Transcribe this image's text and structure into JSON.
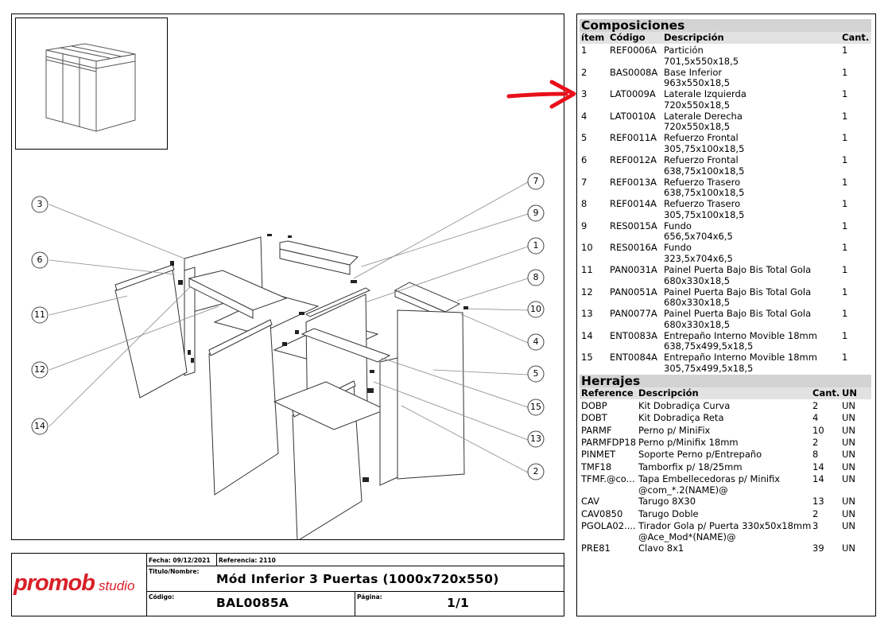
{
  "composiciones": {
    "title": "Composiciones",
    "headers": {
      "item": "ítem",
      "codigo": "Código",
      "descripcion": "Descripción",
      "cant": "Cant."
    },
    "rows": [
      {
        "item": "1",
        "codigo": "REF0006A",
        "desc1": "Partición",
        "desc2": "701,5x550x18,5",
        "cant": "1"
      },
      {
        "item": "2",
        "codigo": "BAS0008A",
        "desc1": "Base Inferior",
        "desc2": "963x550x18,5",
        "cant": "1"
      },
      {
        "item": "3",
        "codigo": "LAT0009A",
        "desc1": "Laterale Izquierda",
        "desc2": "720x550x18,5",
        "cant": "1"
      },
      {
        "item": "4",
        "codigo": "LAT0010A",
        "desc1": "Laterale Derecha",
        "desc2": "720x550x18,5",
        "cant": "1"
      },
      {
        "item": "5",
        "codigo": "REF0011A",
        "desc1": "Refuerzo Frontal",
        "desc2": "305,75x100x18,5",
        "cant": "1"
      },
      {
        "item": "6",
        "codigo": "REF0012A",
        "desc1": "Refuerzo Frontal",
        "desc2": "638,75x100x18,5",
        "cant": "1"
      },
      {
        "item": "7",
        "codigo": "REF0013A",
        "desc1": "Refuerzo Trasero",
        "desc2": "638,75x100x18,5",
        "cant": "1"
      },
      {
        "item": "8",
        "codigo": "REF0014A",
        "desc1": "Refuerzo Trasero",
        "desc2": "305,75x100x18,5",
        "cant": "1"
      },
      {
        "item": "9",
        "codigo": "RES0015A",
        "desc1": "Fundo",
        "desc2": "656,5x704x6,5",
        "cant": "1"
      },
      {
        "item": "10",
        "codigo": "RES0016A",
        "desc1": "Fundo",
        "desc2": "323,5x704x6,5",
        "cant": "1"
      },
      {
        "item": "11",
        "codigo": "PAN0031A",
        "desc1": "Painel Puerta Bajo Bis Total Gola",
        "desc2": "680x330x18,5",
        "cant": "1"
      },
      {
        "item": "12",
        "codigo": "PAN0051A",
        "desc1": "Painel Puerta Bajo Bis Total Gola",
        "desc2": "680x330x18,5",
        "cant": "1"
      },
      {
        "item": "13",
        "codigo": "PAN0077A",
        "desc1": "Painel Puerta Bajo Bis Total Gola",
        "desc2": "680x330x18,5",
        "cant": "1"
      },
      {
        "item": "14",
        "codigo": "ENT0083A",
        "desc1": "Entrepaño Interno Movible 18mm",
        "desc2": "638,75x499,5x18,5",
        "cant": "1"
      },
      {
        "item": "15",
        "codigo": "ENT0084A",
        "desc1": "Entrepaño Interno Movible 18mm",
        "desc2": "305,75x499,5x18,5",
        "cant": "1"
      }
    ]
  },
  "herrajes": {
    "title": "Herrajes",
    "headers": {
      "reference": "Reference",
      "descripcion": "Descripción",
      "cant": "Cant.",
      "un": "UN"
    },
    "rows": [
      {
        "ref": "DOBP",
        "desc1": "Kit Dobradiça Curva",
        "desc2": "",
        "cant": "2",
        "un": "UN"
      },
      {
        "ref": "DOBT",
        "desc1": "Kit Dobradiça Reta",
        "desc2": "",
        "cant": "4",
        "un": "UN"
      },
      {
        "ref": "PARMF",
        "desc1": "Perno p/ MiniFix",
        "desc2": "",
        "cant": "10",
        "un": "UN"
      },
      {
        "ref": "PARMFDP18",
        "desc1": "Perno p/Minifix 18mm",
        "desc2": "",
        "cant": "2",
        "un": "UN"
      },
      {
        "ref": "PINMET",
        "desc1": "Soporte Perno p/Entrepaño",
        "desc2": "",
        "cant": "8",
        "un": "UN"
      },
      {
        "ref": "TMF18",
        "desc1": "Tamborfix p/ 18/25mm",
        "desc2": "",
        "cant": "14",
        "un": "UN"
      },
      {
        "ref": "TFMF.@co...",
        "desc1": "Tapa Embellecedoras p/ Minifix",
        "desc2": "@com_*.2(NAME)@",
        "cant": "14",
        "un": "UN"
      },
      {
        "ref": "CAV",
        "desc1": "Tarugo 8X30",
        "desc2": "",
        "cant": "13",
        "un": "UN"
      },
      {
        "ref": "CAV0850",
        "desc1": "Tarugo Doble",
        "desc2": "",
        "cant": "2",
        "un": "UN"
      },
      {
        "ref": "PGOLA02....",
        "desc1": "Tirador Gola p/ Puerta 330x50x18mm",
        "desc2": "@Ace_Mod*(NAME)@",
        "cant": "3",
        "un": "UN"
      },
      {
        "ref": "PRE81",
        "desc1": "Clavo 8x1",
        "desc2": "",
        "cant": "39",
        "un": "UN"
      }
    ]
  },
  "title_block": {
    "logo_main": "promob",
    "logo_sub": "studio",
    "fecha_label": "Fecha: 09/12/2021",
    "referencia_label": "Referencia: 2110",
    "titulo_label": "Titulo/Nombre:",
    "titulo_value": "Mód Inferior 3 Puertas  (1000x720x550)",
    "codigo_label": "Código:",
    "codigo_value": "BAL0085A",
    "pagina_label": "Página:",
    "pagina_value": "1/1"
  },
  "callouts": {
    "left": [
      "3",
      "6",
      "11",
      "12",
      "14"
    ],
    "right": [
      "7",
      "9",
      "1",
      "8",
      "10",
      "4",
      "5",
      "15",
      "13",
      "2"
    ]
  },
  "colors": {
    "header_bg": "#d3d3d3",
    "logo_red": "#d81f27",
    "arrow_red": "#e8101a"
  }
}
